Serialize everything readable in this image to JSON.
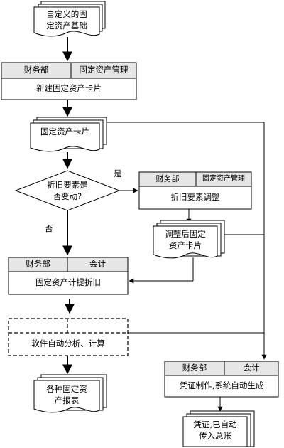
{
  "doc_custom": {
    "line1": "自定义的固",
    "line2": "定资产基础"
  },
  "box_new_card": {
    "dept": "财务部",
    "role": "固定资产管理",
    "task": "新建固定资产卡片"
  },
  "doc_card": {
    "text": "固定资产卡片"
  },
  "decision": {
    "line1": "折旧要素是",
    "line2": "否变动?",
    "yes": "是",
    "no": "否"
  },
  "box_adjust": {
    "dept": "财务部",
    "role": "固定资产管理",
    "task": "折旧要素调整"
  },
  "doc_adjusted": {
    "line1": "调整后固定",
    "line2": "资产卡片"
  },
  "box_depr": {
    "dept": "财务部",
    "role": "会计",
    "task": "固定资产计提折旧"
  },
  "box_software": {
    "task": "软件自动分析、计算"
  },
  "doc_reports": {
    "line1": "各种固定资",
    "line2": "产报表"
  },
  "box_voucher": {
    "dept": "财务部",
    "role": "会计",
    "task": "凭证制作,系统自动生成"
  },
  "doc_ledger": {
    "line1": "凭证,已自动",
    "line2": "传入总账"
  }
}
